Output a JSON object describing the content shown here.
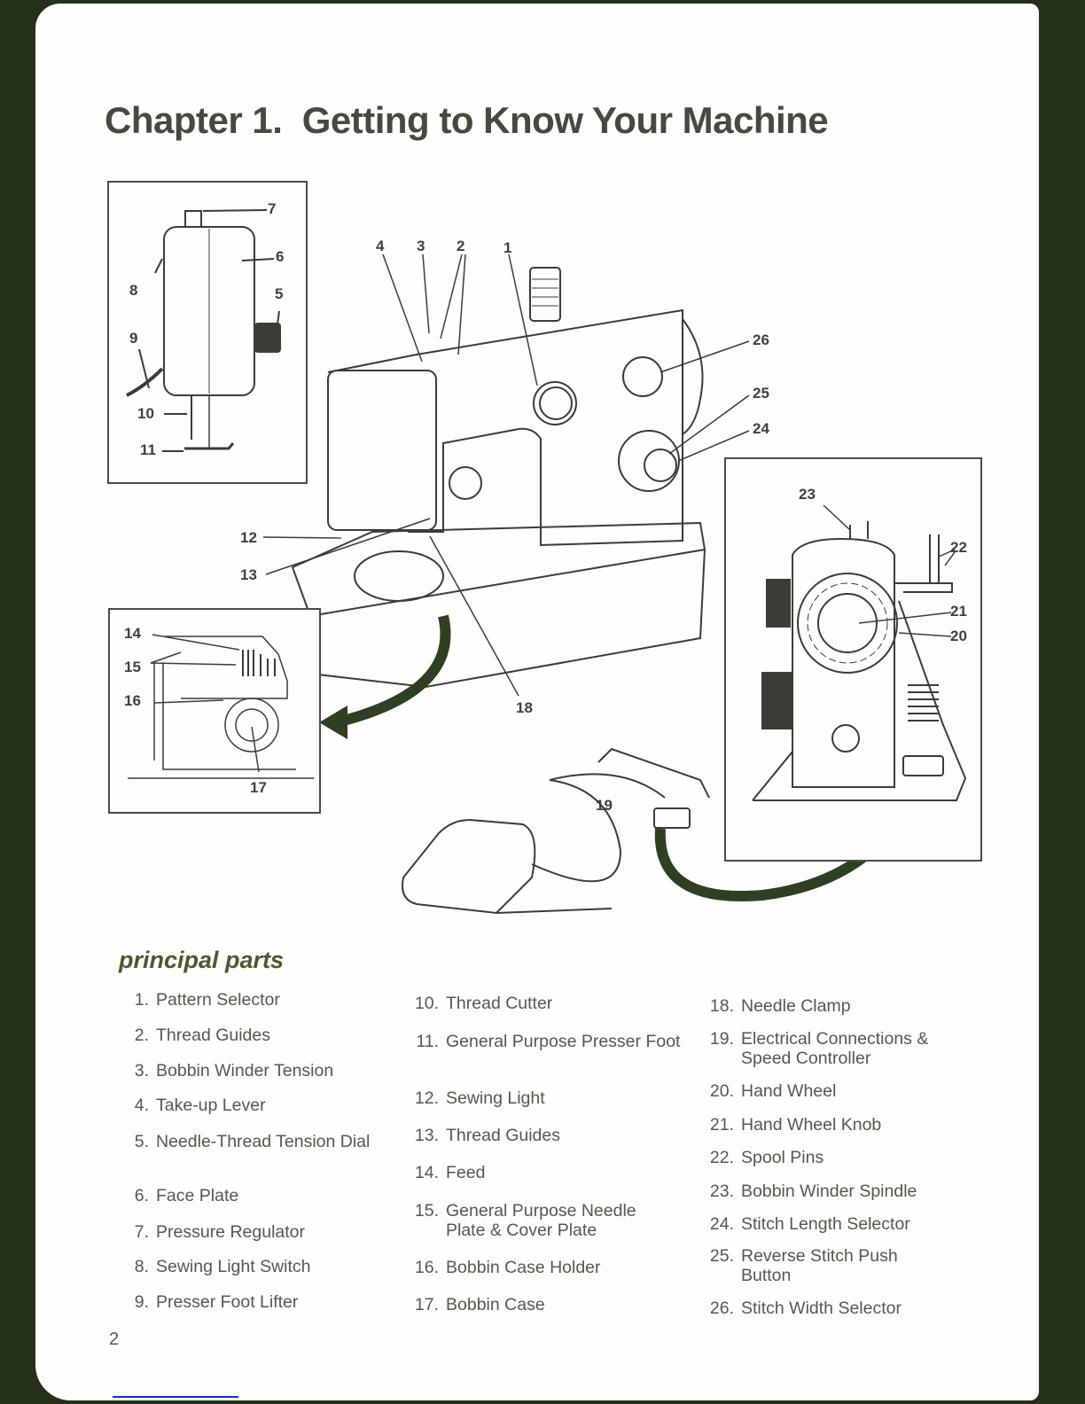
{
  "page": {
    "title": "Chapter 1.  Getting to Know Your Machine",
    "page_number": "2"
  },
  "figure": {
    "face_view_callouts": [
      "7",
      "6",
      "8",
      "5",
      "9",
      "10",
      "11"
    ],
    "main_view_callouts": [
      "4",
      "3",
      "2",
      "1",
      "26",
      "25",
      "24",
      "12",
      "13",
      "18"
    ],
    "needle_plate_callouts": [
      "14",
      "15",
      "16",
      "17"
    ],
    "side_view_callouts": [
      "23",
      "22",
      "21",
      "20"
    ],
    "controller_callouts": [
      "19"
    ],
    "arrow_color": "#2f3f22"
  },
  "principal_parts": {
    "heading": "principal parts",
    "items": [
      {
        "num": "1.",
        "label": "Pattern Selector"
      },
      {
        "num": "2.",
        "label": "Thread Guides"
      },
      {
        "num": "3.",
        "label": "Bobbin Winder Tension"
      },
      {
        "num": "4.",
        "label": "Take-up Lever"
      },
      {
        "num": "5.",
        "label": "Needle-Thread Tension Dial"
      },
      {
        "num": "6.",
        "label": "Face Plate"
      },
      {
        "num": "7.",
        "label": "Pressure Regulator"
      },
      {
        "num": "8.",
        "label": "Sewing Light Switch"
      },
      {
        "num": "9.",
        "label": "Presser Foot Lifter"
      },
      {
        "num": "10.",
        "label": "Thread Cutter"
      },
      {
        "num": "11.",
        "label": "General Purpose Presser Foot"
      },
      {
        "num": "12.",
        "label": "Sewing Light"
      },
      {
        "num": "13.",
        "label": "Thread Guides"
      },
      {
        "num": "14.",
        "label": "Feed"
      },
      {
        "num": "15.",
        "label": "General Purpose Needle Plate & Cover Plate"
      },
      {
        "num": "16.",
        "label": "Bobbin Case Holder"
      },
      {
        "num": "17.",
        "label": "Bobbin Case"
      },
      {
        "num": "18.",
        "label": "Needle Clamp"
      },
      {
        "num": "19.",
        "label": "Electrical Connections & Speed Controller"
      },
      {
        "num": "20.",
        "label": "Hand Wheel"
      },
      {
        "num": "21.",
        "label": "Hand Wheel Knob"
      },
      {
        "num": "22.",
        "label": "Spool Pins"
      },
      {
        "num": "23.",
        "label": "Bobbin Winder Spindle"
      },
      {
        "num": "24.",
        "label": "Stitch Length Selector"
      },
      {
        "num": "25.",
        "label": "Reverse Stitch Push Button"
      },
      {
        "num": "26.",
        "label": "Stitch Width Selector"
      }
    ]
  }
}
